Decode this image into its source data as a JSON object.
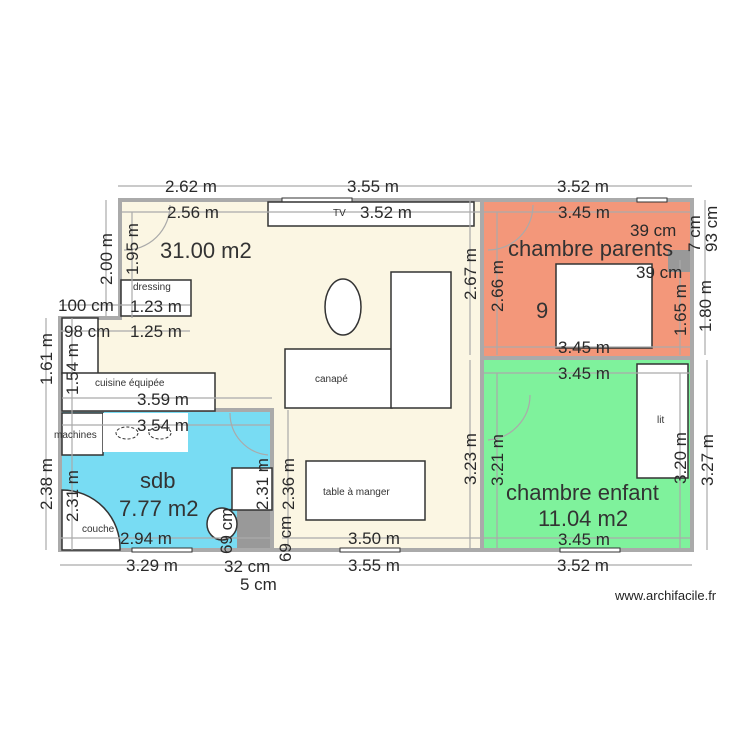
{
  "colors": {
    "living": "#fbf6e3",
    "bedroom_parents": "#f3977a",
    "bedroom_child": "#7ff29c",
    "bathroom": "#78dcf3",
    "wall": "#aaaaaa"
  },
  "rooms": {
    "living": {
      "area": "31.00 m2"
    },
    "bedroom_parents": {
      "name": "chambre parents",
      "area": "9"
    },
    "bedroom_child": {
      "name": "chambre enfant",
      "area": "11.04 m2"
    },
    "bathroom": {
      "name": "sdb",
      "area": "7.77 m2"
    }
  },
  "furniture": {
    "tv": "TV",
    "dressing": "dressing",
    "kitchen": "cuisine équipée",
    "sofa": "canapé",
    "table": "table à manger",
    "machines": "machines",
    "couche": "couche",
    "bed": "lit"
  },
  "dims": [
    "2.62 m",
    "3.55 m",
    "3.52 m",
    "2.56 m",
    "3.52 m",
    "3.45 m",
    "2.00 m",
    "1.95 m",
    "100 cm",
    "1.23 m",
    "98 cm",
    "1.25 m",
    "1.61 m",
    "1.54 m",
    "3.59 m",
    "3.54 m",
    "2.38 m",
    "2.31 m",
    "2.31 m",
    "2.36 m",
    "2.94 m",
    "3.50 m",
    "3.29 m",
    "32 cm",
    "3.55 m",
    "3.52 m",
    "69 cm",
    "69 cm",
    "5 cm",
    "2.67 m",
    "2.66 m",
    "3.45 m",
    "3.45 m",
    "3.23 m",
    "3.21 m",
    "3.45 m",
    "3.20 m",
    "3.27 m",
    "7 cm",
    "93 cm",
    "39 cm",
    "39 cm",
    "1.65 m",
    "1.80 m"
  ],
  "watermark": "www.archifacile.fr"
}
